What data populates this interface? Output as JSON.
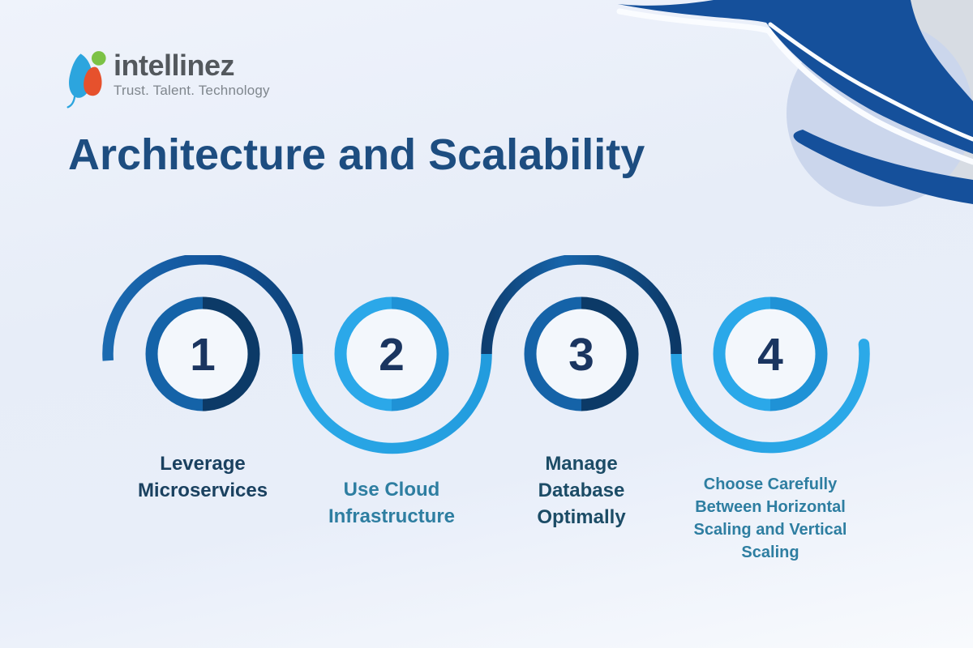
{
  "brand": {
    "name": "intellinez",
    "tagline": "Trust. Talent. Technology"
  },
  "title": "Architecture and Scalability",
  "steps": [
    {
      "number": "1",
      "label": "Leverage Microservices",
      "tone": "dark"
    },
    {
      "number": "2",
      "label": "Use Cloud Infrastructure",
      "tone": "teal"
    },
    {
      "number": "3",
      "label": "Manage Database Optimally",
      "tone": "dark"
    },
    {
      "number": "4",
      "label": "Choose Carefully Between Horizontal Scaling and Vertical Scaling",
      "tone": "teal"
    }
  ],
  "colors": {
    "title": "#1D4D80",
    "label_dark": "#1A4160",
    "label_teal": "#2E7EA1",
    "wave_light_blue": "#29A4E4",
    "wave_medium_blue": "#1563A8",
    "wave_dark_navy": "#0C3A67",
    "ring_light_left": "#2BA8E9",
    "ring_light_right": "#1F92D6",
    "ring_dark_left": "#1563A8",
    "ring_dark_right": "#0C3A67",
    "number_navy": "#1A3560",
    "corner_swoosh": "#15509B",
    "corner_gray_circle": "#D7DCE3",
    "corner_lavender_circle": "#CBD6EC",
    "logo_blue": "#2CA5DE",
    "logo_orange": "#E6512D",
    "logo_green": "#7CC245",
    "background": "#EAF0F9"
  }
}
